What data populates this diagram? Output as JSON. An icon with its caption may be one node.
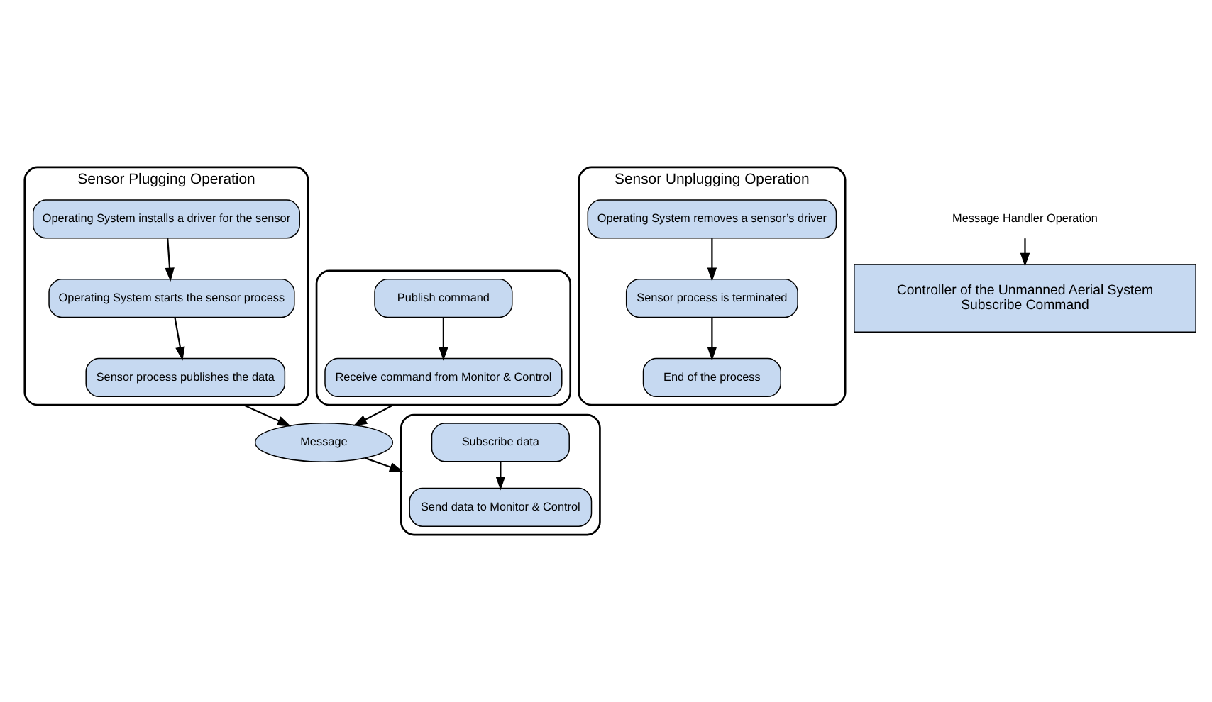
{
  "diagram": {
    "nodes": [
      {
        "text": [
          "Sensor Plugging Operation"
        ]
      },
      {
        "text": [
          "Operating System installs a driver for the sensor"
        ],
        "in": 0
      },
      {
        "text": [
          "Operating System starts the sensor process"
        ],
        "in": 0
      },
      {
        "text": [
          "Sensor process publishes the data"
        ],
        "in": 0
      },
      {
        "text": [
          "Sensor Unplugging Operation"
        ]
      },
      {
        "text": [
          "Operating System removes a sensor’s driver"
        ],
        "in": 4
      },
      {
        "text": [
          "Sensor process is terminated"
        ],
        "in": 4
      },
      {
        "text": [
          "End of the process"
        ],
        "in": 4
      },
      {
        "text": [
          "Controller of the Unmanned Aerial System",
          "Subscribe Command"
        ]
      },
      {
        "text": [
          "Message Handler Operation"
        ]
      },
      {
        "text": [],
        "shape": "box"
      },
      {
        "text": [
          "Send data to Monitor & Control"
        ],
        "in": 10
      },
      {
        "text": [
          "Subscribe data"
        ],
        "in": 10
      },
      {
        "text": [],
        "shape": "box"
      },
      {
        "text": [
          "Publish command"
        ],
        "in": 13
      },
      {
        "text": [
          "Receive command from Monitor & Control"
        ],
        "in": 13
      },
      {
        "text": [
          "Message"
        ]
      }
    ],
    "edges": [
      {
        "from": 1,
        "to": 2,
        "arrow": "to"
      },
      {
        "from": 2,
        "to": 3,
        "arrow": "to"
      },
      {
        "from": 5,
        "to": 6,
        "arrow": "to"
      },
      {
        "from": 6,
        "to": 7,
        "arrow": "to"
      },
      {
        "from": 9,
        "to": 8,
        "arrow": "to"
      },
      {
        "from": 12,
        "to": 11,
        "arrow": "to"
      },
      {
        "from": 14,
        "to": 15,
        "arrow": "to"
      },
      {
        "from": 0,
        "to": 16,
        "arrow": "to"
      },
      {
        "from": 16,
        "to": 10,
        "arrow": "to"
      },
      {
        "from": 13,
        "to": 16,
        "arrow": "to"
      }
    ]
  }
}
